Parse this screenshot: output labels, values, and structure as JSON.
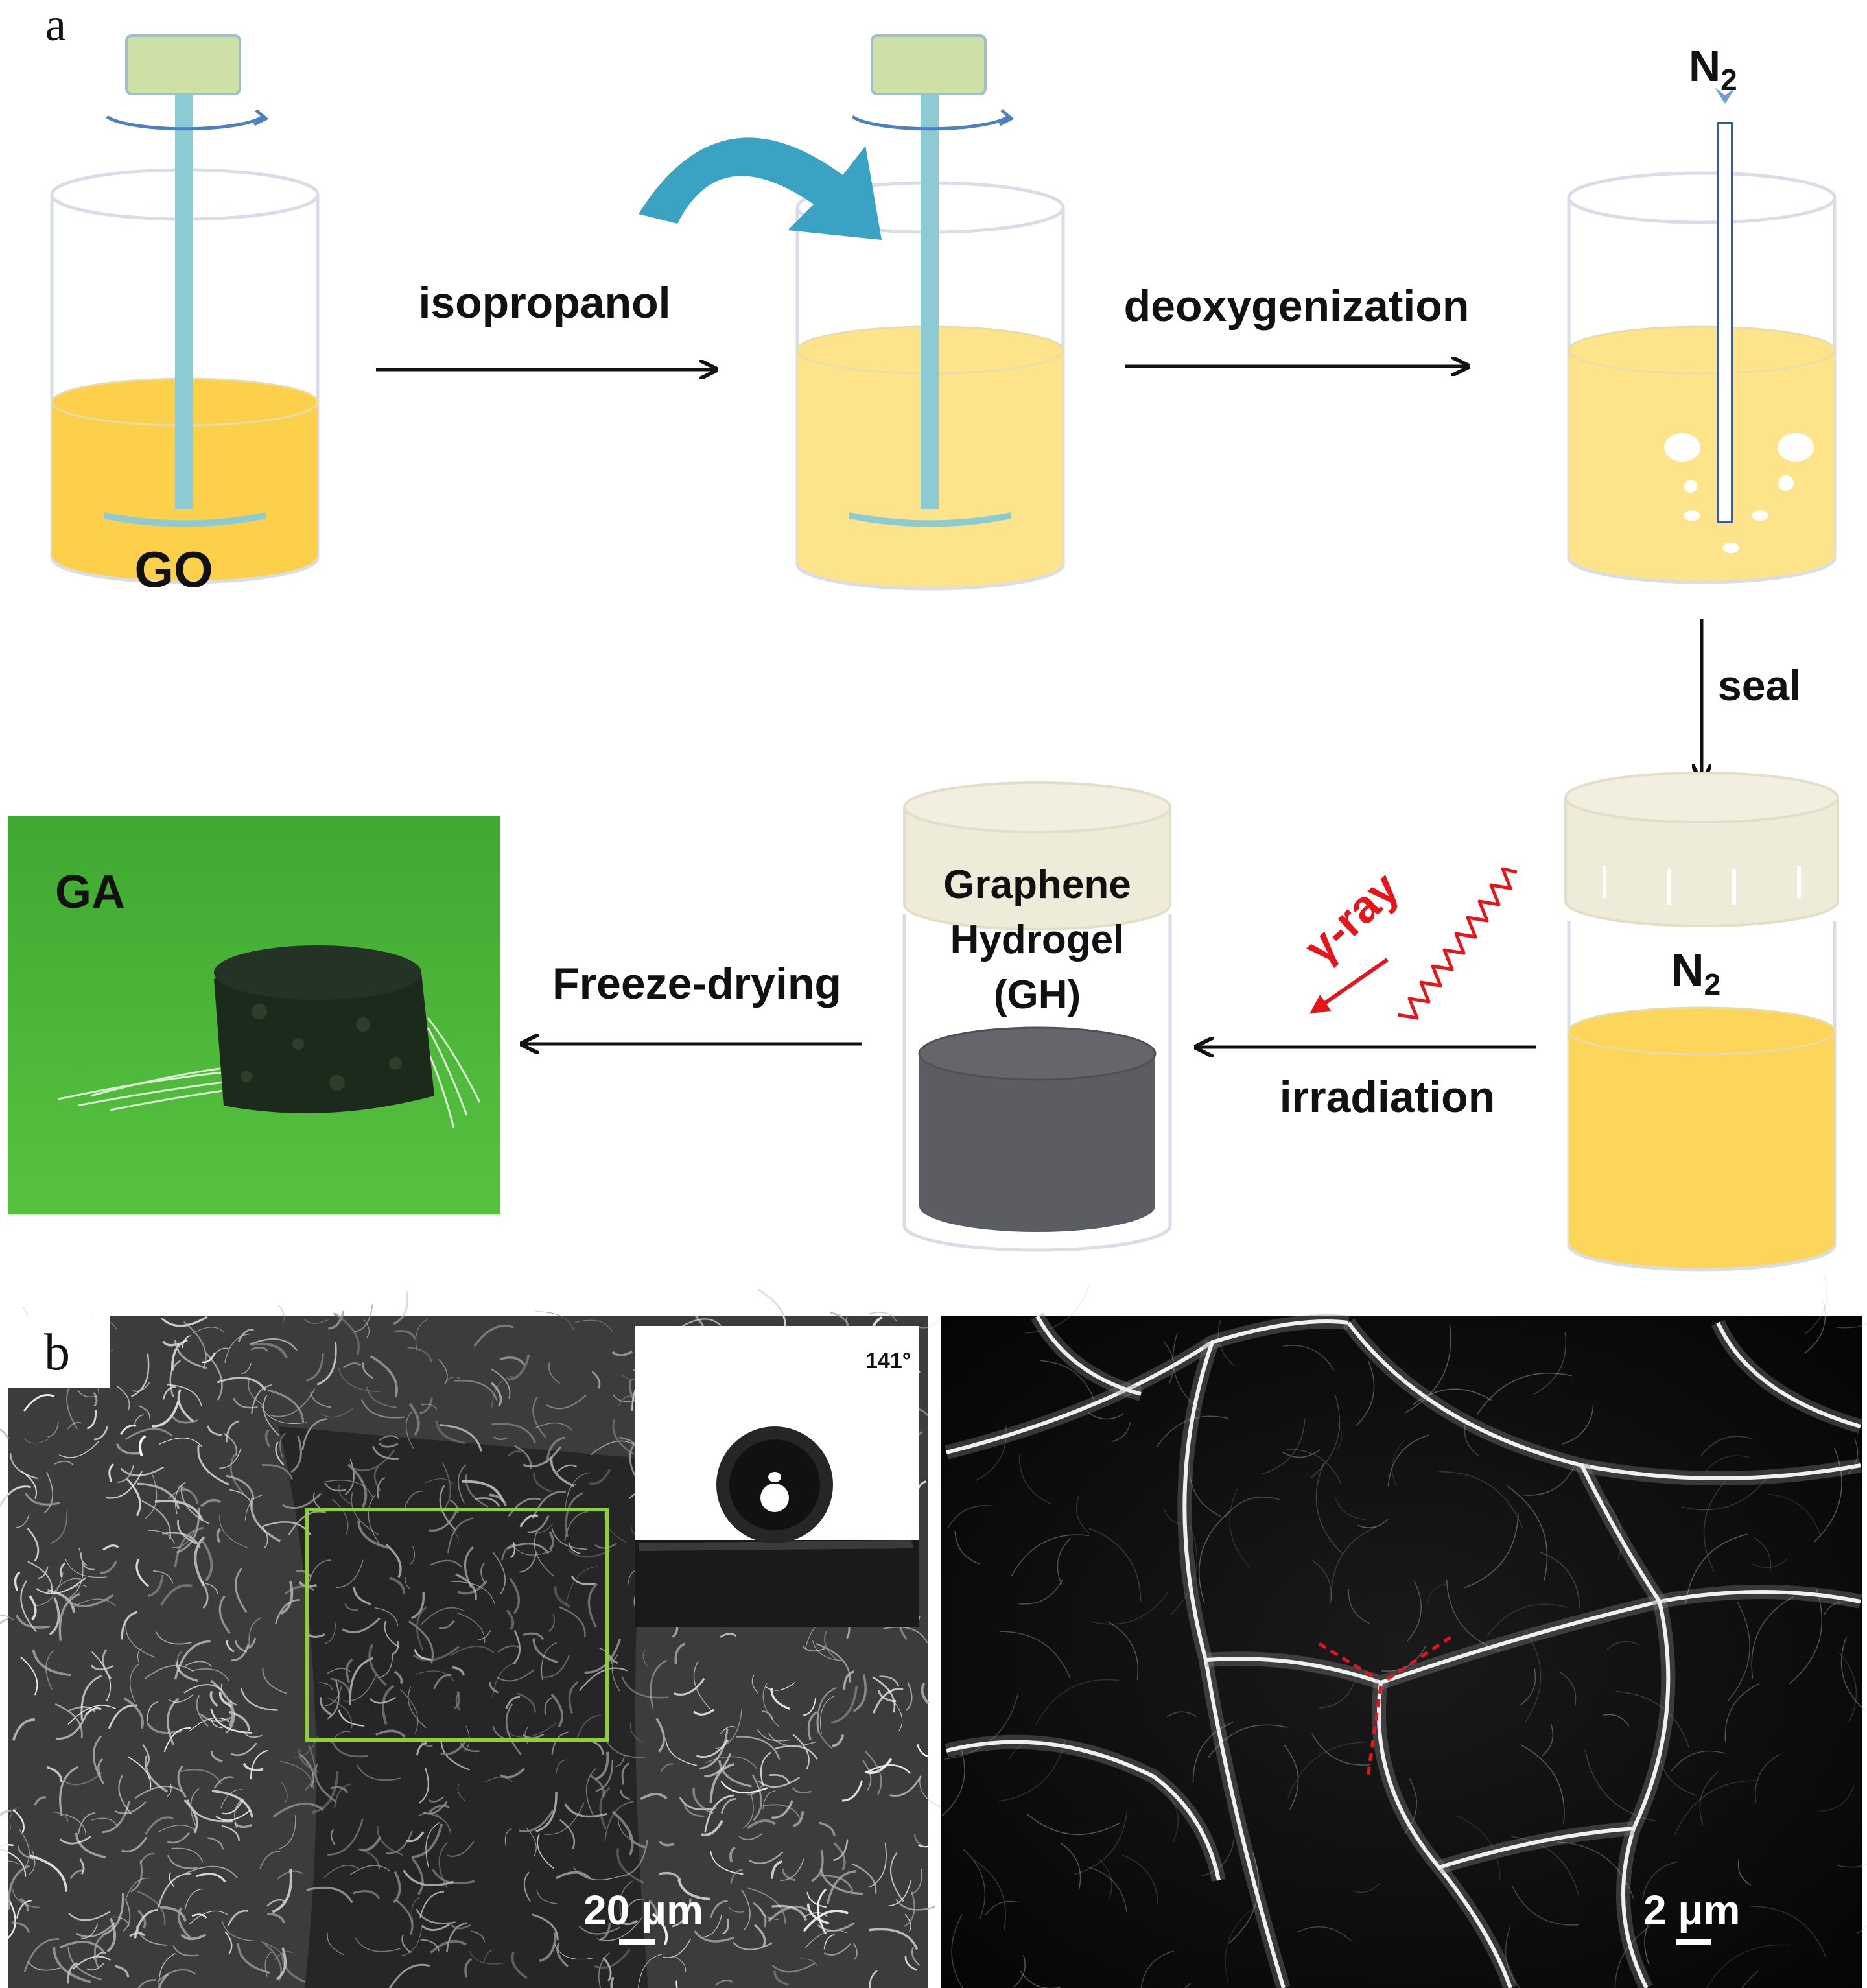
{
  "panel_a": {
    "label": "a",
    "beaker_go_label": "GO",
    "step_isopropanol": "isopropanol",
    "step_deoxygenization": "deoxygenization",
    "gas_top": "N",
    "gas_top_sub": "2",
    "step_seal": "seal",
    "gas_sealed": "N",
    "gas_sealed_sub": "2",
    "radiation_label": "γ-ray",
    "step_irradiation": "irradiation",
    "gh_line1": "Graphene",
    "gh_line2": "Hydrogel",
    "gh_line3": "(GH)",
    "step_freeze_drying": "Freeze-drying",
    "photo_label": "GA"
  },
  "panel_b": {
    "label": "b",
    "contact_angle": "141°",
    "scale_left": "20 μm",
    "scale_right": "2 μm"
  },
  "colors": {
    "solution_dark": "#fcd04a",
    "solution_light": "#fde38a",
    "stirrer": "#8ccbd3",
    "arrow_blue": "#3aa3c4",
    "gamma_red": "#e8141c",
    "cap": "#efebd9",
    "gel_dark": "#5c5d63",
    "photo_green": "#4cb53a",
    "roi_box": "#8fcf3c"
  }
}
